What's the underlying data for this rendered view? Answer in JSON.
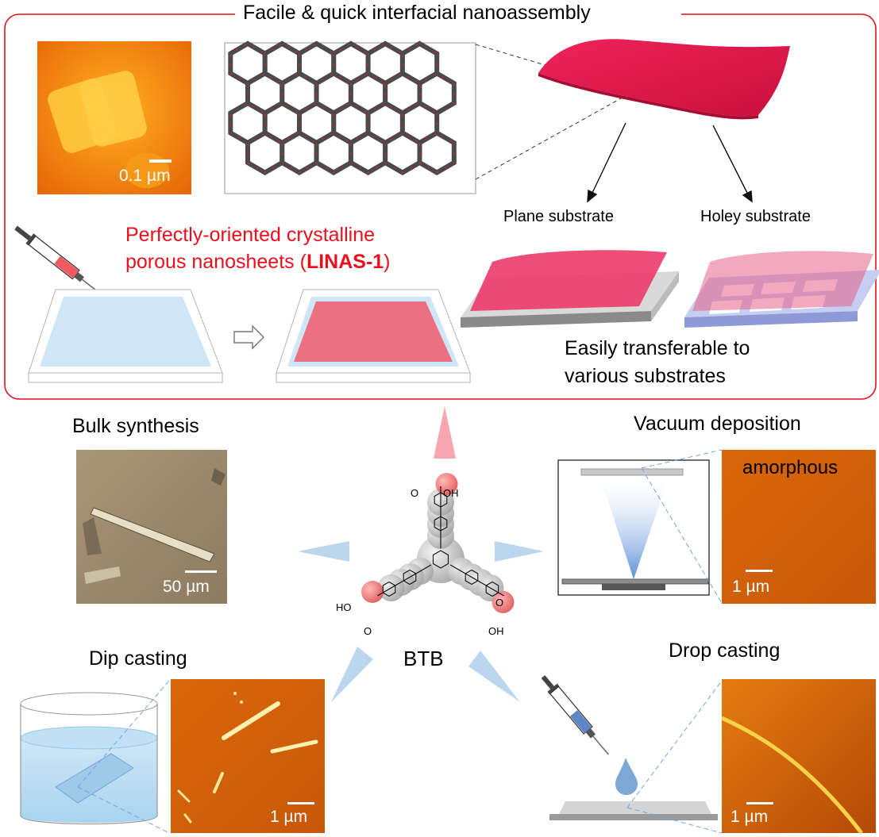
{
  "top_panel": {
    "title": "Facile & quick interfacial nanoassembly",
    "afm_scale": "0.1 µm",
    "product_line1": "Perfectly-oriented crystalline",
    "product_line2_prefix": "porous nanosheets (",
    "product_name": "LINAS-1",
    "product_line2_suffix": ")",
    "plane_substrate": "Plane substrate",
    "holey_substrate": "Holey substrate",
    "transfer_line1": "Easily transferable to",
    "transfer_line2": "various substrates",
    "border_color": "#e8101c",
    "sheet_color": "#e41d4f"
  },
  "methods": {
    "bulk": {
      "label": "Bulk synthesis",
      "scale": "50 µm"
    },
    "vacuum": {
      "label": "Vacuum deposition",
      "state": "amorphous",
      "scale": "1 µm"
    },
    "dip": {
      "label": "Dip casting",
      "scale": "1 µm"
    },
    "drop": {
      "label": "Drop casting",
      "scale": "1 µm"
    }
  },
  "molecule": {
    "name": "BTB",
    "groups": [
      "OH",
      "OH",
      "HO"
    ],
    "atom_o": "O"
  }
}
